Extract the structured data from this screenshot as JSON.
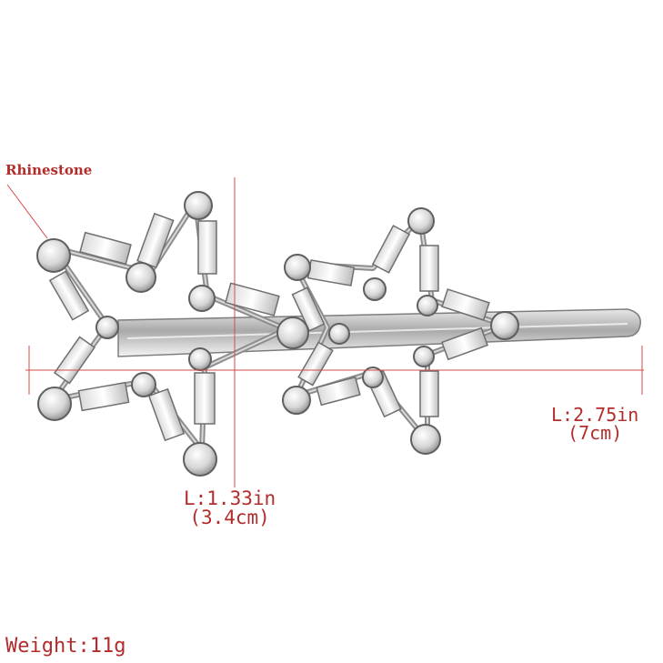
{
  "callout_label": "Rhinestone",
  "dimension_short": {
    "imperial": "L:1.33in",
    "metric": "(3.4cm)"
  },
  "dimension_long": {
    "imperial": "L:2.75in",
    "metric": "(7cm)"
  },
  "weight_label": "Weight:11g",
  "colors": {
    "annotation": "#b32c2c",
    "metal": "#c8c8c8",
    "metal_dark": "#6d6d6d",
    "crystal": "#f2f2f2"
  }
}
